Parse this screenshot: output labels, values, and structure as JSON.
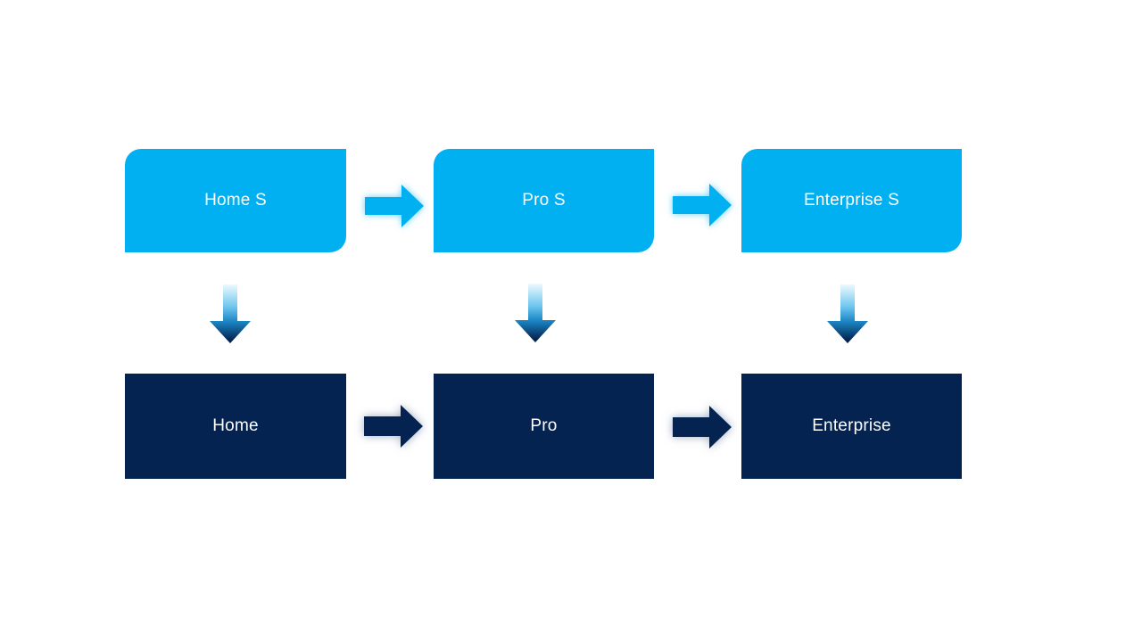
{
  "slide": {
    "background": "#ffffff"
  },
  "colors": {
    "slide_bg": "#ffffff",
    "node_top": "#00b0f0",
    "node_bottom": "#042350",
    "label_text": "#ffffff",
    "arrow_top": "#00b0f0",
    "arrow_bottom": "#042350",
    "down_grad_start": "#eef9fe",
    "down_grad_mid1": "#6ec6ef",
    "down_grad_mid2": "#1b86c5",
    "down_grad_end": "#042350"
  },
  "diagram": {
    "type": "flow",
    "top_row": [
      "Home S",
      "Pro S",
      "Enterprise S"
    ],
    "bottom_row": [
      "Home",
      "Pro",
      "Enterprise"
    ],
    "connections": {
      "horizontal_top": "Home S -> Pro S -> Enterprise S",
      "horizontal_bottom": "Home -> Pro -> Enterprise",
      "vertical": "each top node points down to its bottom node"
    }
  }
}
